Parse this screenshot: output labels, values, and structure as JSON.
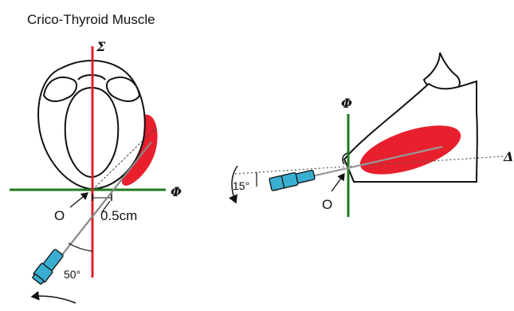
{
  "title": "Crico-Thyroid Muscle",
  "colors": {
    "muscle_red": "#e8202e",
    "sagittal_red": "#e0202a",
    "axis_green": "#1f7a1f",
    "needle_cyan": "#3aaed0",
    "outline": "#111111",
    "background": "#ffffff"
  },
  "left_panel": {
    "sigma_label": "Σ",
    "phi_label": "Φ",
    "origin_label": "O",
    "distance_label": "0.5cm",
    "angle_label": "50°"
  },
  "right_panel": {
    "phi_label": "Φ",
    "origin_label": "O",
    "angle_label": "15°",
    "delta_label": "Δ"
  }
}
